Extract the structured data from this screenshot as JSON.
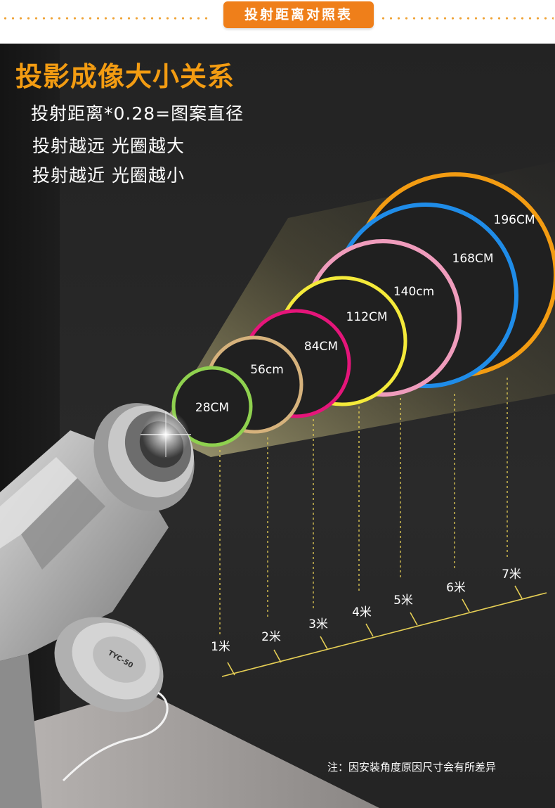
{
  "header": {
    "label": "投射距离对照表"
  },
  "main": {
    "title": "投影成像大小关系",
    "lines": [
      "投射距离*0.28=图案直径",
      "投射越远  光圈越大",
      "投射越近  光圈越小"
    ]
  },
  "circles": [
    {
      "label": "28CM",
      "color": "#8fd14f"
    },
    {
      "label": "56cm",
      "color": "#d6b27c"
    },
    {
      "label": "84CM",
      "color": "#e5157a"
    },
    {
      "label": "112CM",
      "color": "#f4ea3a"
    },
    {
      "label": "140cm",
      "color": "#ef9cbc"
    },
    {
      "label": "168CM",
      "color": "#1f8ce8"
    },
    {
      "label": "196CM",
      "color": "#f39c12"
    }
  ],
  "ruler": {
    "labels": [
      "1米",
      "2米",
      "3米",
      "4米",
      "5米",
      "6米",
      "7米"
    ],
    "color": "#e6cf55"
  },
  "motor": {
    "label": "TYC-50"
  },
  "note": "注：因安装角度原因尺寸会有所差异"
}
